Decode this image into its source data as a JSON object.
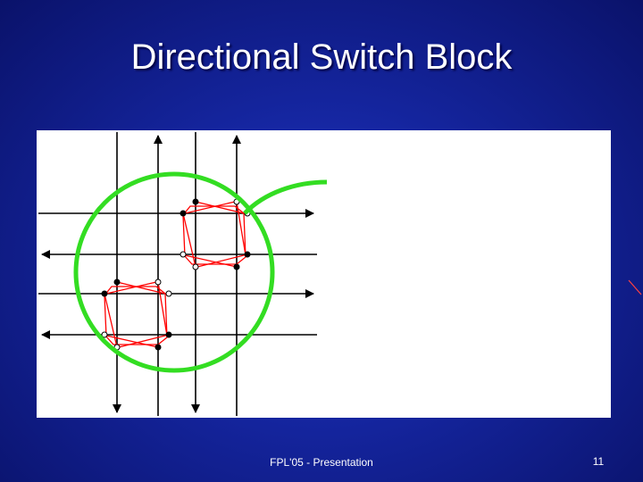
{
  "slide": {
    "title": "Directional Switch Block",
    "footer": "FPL'05 - Presentation",
    "page_number": "11"
  },
  "figure": {
    "wire_color": "#000000",
    "switch_color": "#ff0000",
    "highlight_color": "#33dd22",
    "background_color": "#ffffff"
  }
}
